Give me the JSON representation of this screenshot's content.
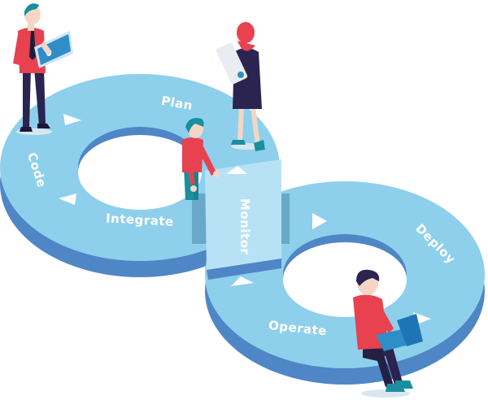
{
  "stages": {
    "plan": "Plan",
    "code": "Code",
    "integrate": "Integrate",
    "monitor": "Monitor",
    "deploy": "Deploy",
    "operate": "Operate"
  },
  "colors": {
    "track_top": "#8ed0ec",
    "track_side": "#4f86c6",
    "track_inner": "#9fd7ef",
    "monitor_strip": "#b7e2f6",
    "arrow": "#ffffff",
    "shirt_red": "#e8414f",
    "trousers_navy": "#2b2450",
    "hair_teal": "#1a8fa0",
    "skin": "#f5d6c6"
  },
  "icons": [
    "flow-arrow-icon",
    "laptop-icon",
    "tablet-icon",
    "paper-roll-icon"
  ]
}
